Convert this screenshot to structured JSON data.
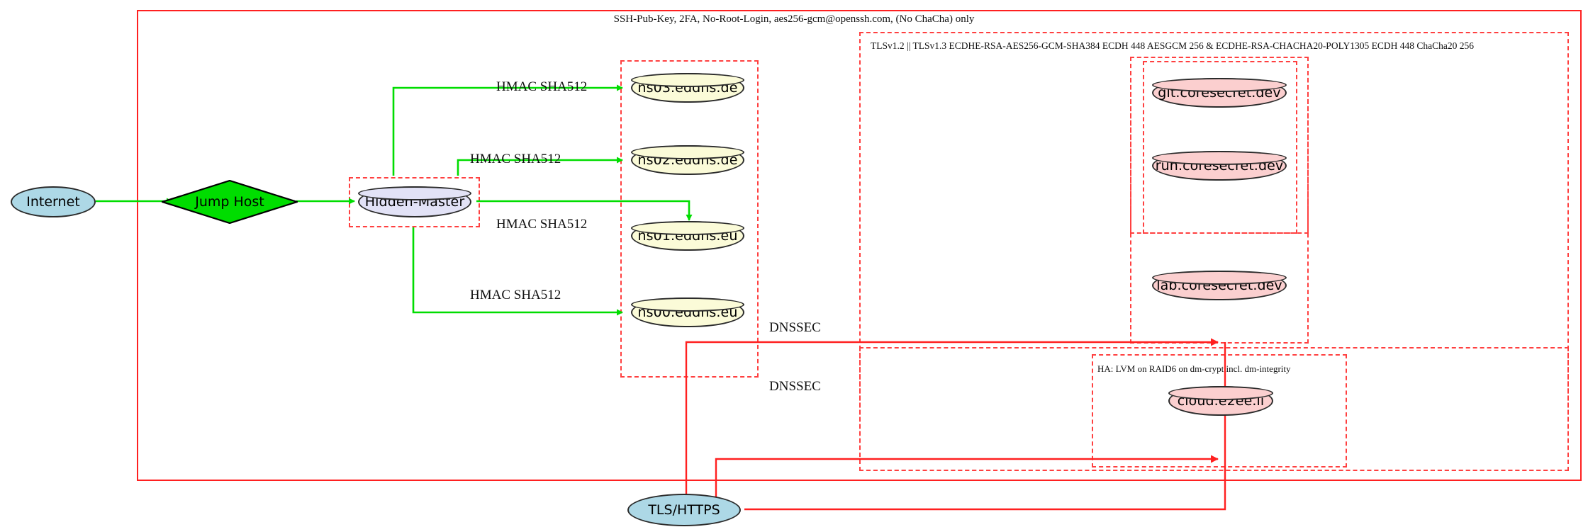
{
  "diagram": {
    "title_label": "SSH-Pub-Key, 2FA, No-Root-Login, aes256-gcm@openssh.com, (No ChaCha) only",
    "tls_label": "TLSv1.2 || TLSv1.3 ECDHE-RSA-AES256-GCM-SHA384 ECDH 448 AESGCM 256 & ECDHE-RSA-CHACHA20-POLY1305 ECDH 448 ChaCha20 256",
    "ha_label": "HA: LVM on RAID6 on dm-crypt incl. dm-integrity"
  },
  "nodes": {
    "internet": "Internet",
    "jump_host": "Jump Host",
    "hidden_master": "Hidden-Master",
    "ns03": "ns03.eddns.de",
    "ns02": "ns02.eddns.de",
    "ns01": "ns01.eddns.eu",
    "ns00": "ns00.eddns.eu",
    "git": "git.coresecret.dev",
    "run": "run.coresecret.dev",
    "lab": "lab.coresecret.dev",
    "cloud": "cloud.e2ee.li",
    "tls_https": "TLS/HTTPS"
  },
  "edges": {
    "hmac_ns03": "HMAC SHA512",
    "hmac_ns02": "HMAC SHA512",
    "hmac_ns01": "HMAC SHA512",
    "hmac_ns00": "HMAC SHA512",
    "dnssec_upper": "DNSSEC",
    "dnssec_lower": "DNSSEC"
  },
  "colors": {
    "edge_green": "#00dd00",
    "edge_red": "#ff2020",
    "cluster_dashed": "#ff4040",
    "node_yellow": "#fbfbd8",
    "node_pink": "#fbcfcf",
    "node_lavender": "#e2e2f6",
    "node_blue": "#add8e6",
    "node_green": "#00dd00",
    "stroke_dark": "#2b2b2b"
  }
}
